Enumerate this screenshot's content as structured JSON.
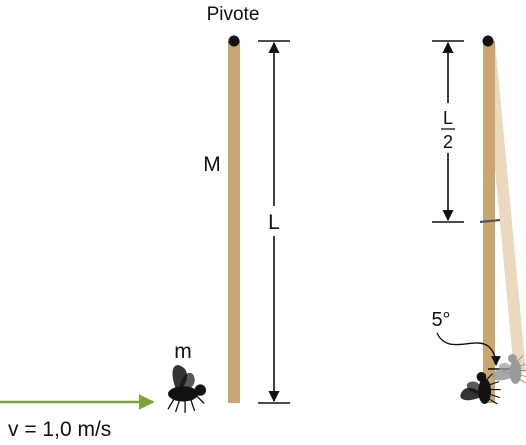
{
  "labels": {
    "pivot": "Pivote",
    "rod_mass": "M",
    "rod_length": "L",
    "half_length_num": "L",
    "half_length_den": "2",
    "fly_mass": "m",
    "velocity": "v = 1,0 m/s",
    "angle": "5°"
  },
  "colors": {
    "rod": "#C9A571",
    "rod_ghost": "#EAD9BF",
    "arrow": "#7DA23A",
    "fly": "#111111",
    "fly_ghost": "#9A9A9A",
    "line": "#111111"
  },
  "icons": {
    "insect": "fly-icon",
    "pivot": "pivot-dot-icon"
  }
}
